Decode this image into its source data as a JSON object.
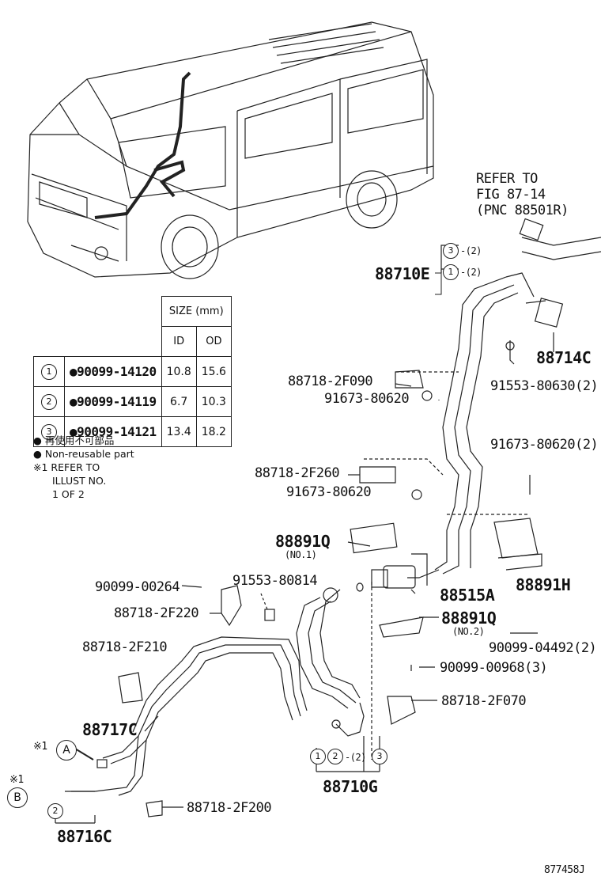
{
  "diagram": {
    "refer": [
      "REFER TO",
      "FIG 87-14",
      "(PNC 88501R)"
    ],
    "labels": {
      "p88710E": "88710E",
      "p88714C": "88714C",
      "p91553_80630": "91553-80630(2)",
      "p88718_2F090": "88718-2F090",
      "p91673_80620a": "91673-80620",
      "p91673_80620b": "91673-80620(2)",
      "p88718_2F260": "88718-2F260",
      "p91673_80620c": "91673-80620",
      "p88891Q_1": "88891Q",
      "p88891Q_1_no": "(NO.1)",
      "p90099_00264": "90099-00264",
      "p91553_80814": "91553-80814",
      "p88718_2F220": "88718-2F220",
      "p88515A": "88515A",
      "p88891H": "88891H",
      "p88891Q_2": "88891Q",
      "p88891Q_2_no": "(NO.2)",
      "p90099_04492": "90099-04492(2)",
      "p88718_2F210": "88718-2F210",
      "p90099_00968": "90099-00968(3)",
      "p88718_2F070": "88718-2F070",
      "p88717C": "88717C",
      "p88710G": "88710G",
      "p88718_2F200": "88718-2F200",
      "p88716C": "88716C",
      "figure_no": "877458J"
    },
    "callouts": {
      "c1": "1",
      "c2": "2",
      "c3": "3",
      "qty2": "-(2)"
    },
    "refs": {
      "A": "A",
      "B": "B",
      "mark": "※1"
    }
  },
  "size_table": {
    "header": "SIZE (mm)",
    "col_id": "ID",
    "col_od": "OD",
    "rows": [
      {
        "no": "1",
        "part": "●90099-14120",
        "id": "10.8",
        "od": "15.6"
      },
      {
        "no": "2",
        "part": "●90099-14119",
        "id": "6.7",
        "od": "10.3"
      },
      {
        "no": "3",
        "part": "●90099-14121",
        "id": "13.4",
        "od": "18.2"
      }
    ]
  },
  "notes": {
    "jp": "● 再使用不可部品",
    "en": "● Non-reusable part",
    "ref1": "※1 REFER TO",
    "ref2": "ILLUST NO.",
    "ref3": "1 OF 2"
  }
}
